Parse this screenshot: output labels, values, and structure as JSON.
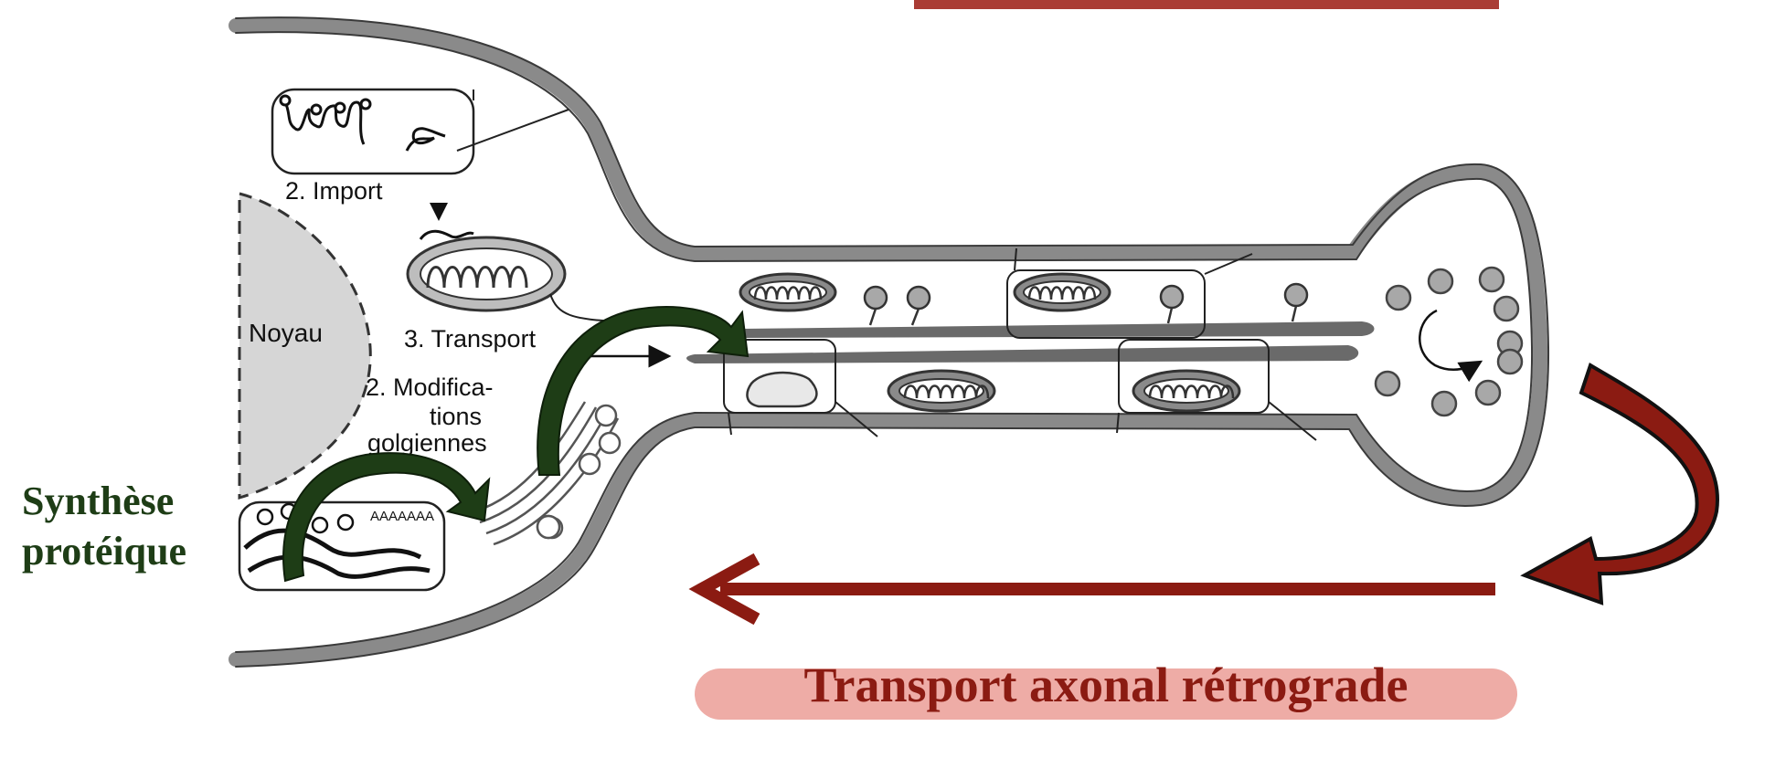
{
  "labels": {
    "import": "2. Import",
    "nucleus": "Noyau",
    "transport": "3. Transport",
    "modifications_line1": "2. Modifica-",
    "modifications_line2": "tions",
    "modifications_line3": "golgiennes",
    "mrna": "AAAAAAA",
    "synthesis_line1": "Synthèse",
    "synthesis_line2": "protéique",
    "retrograde": "Transport axonal rétrograde"
  },
  "colors": {
    "synthesis_green": "#1e3d16",
    "retrograde_red": "#8b1b12",
    "banner_pink": "#eeaca6",
    "membrane_gray": "#8a8a8a",
    "nucleus_gray": "#d6d6d6"
  }
}
